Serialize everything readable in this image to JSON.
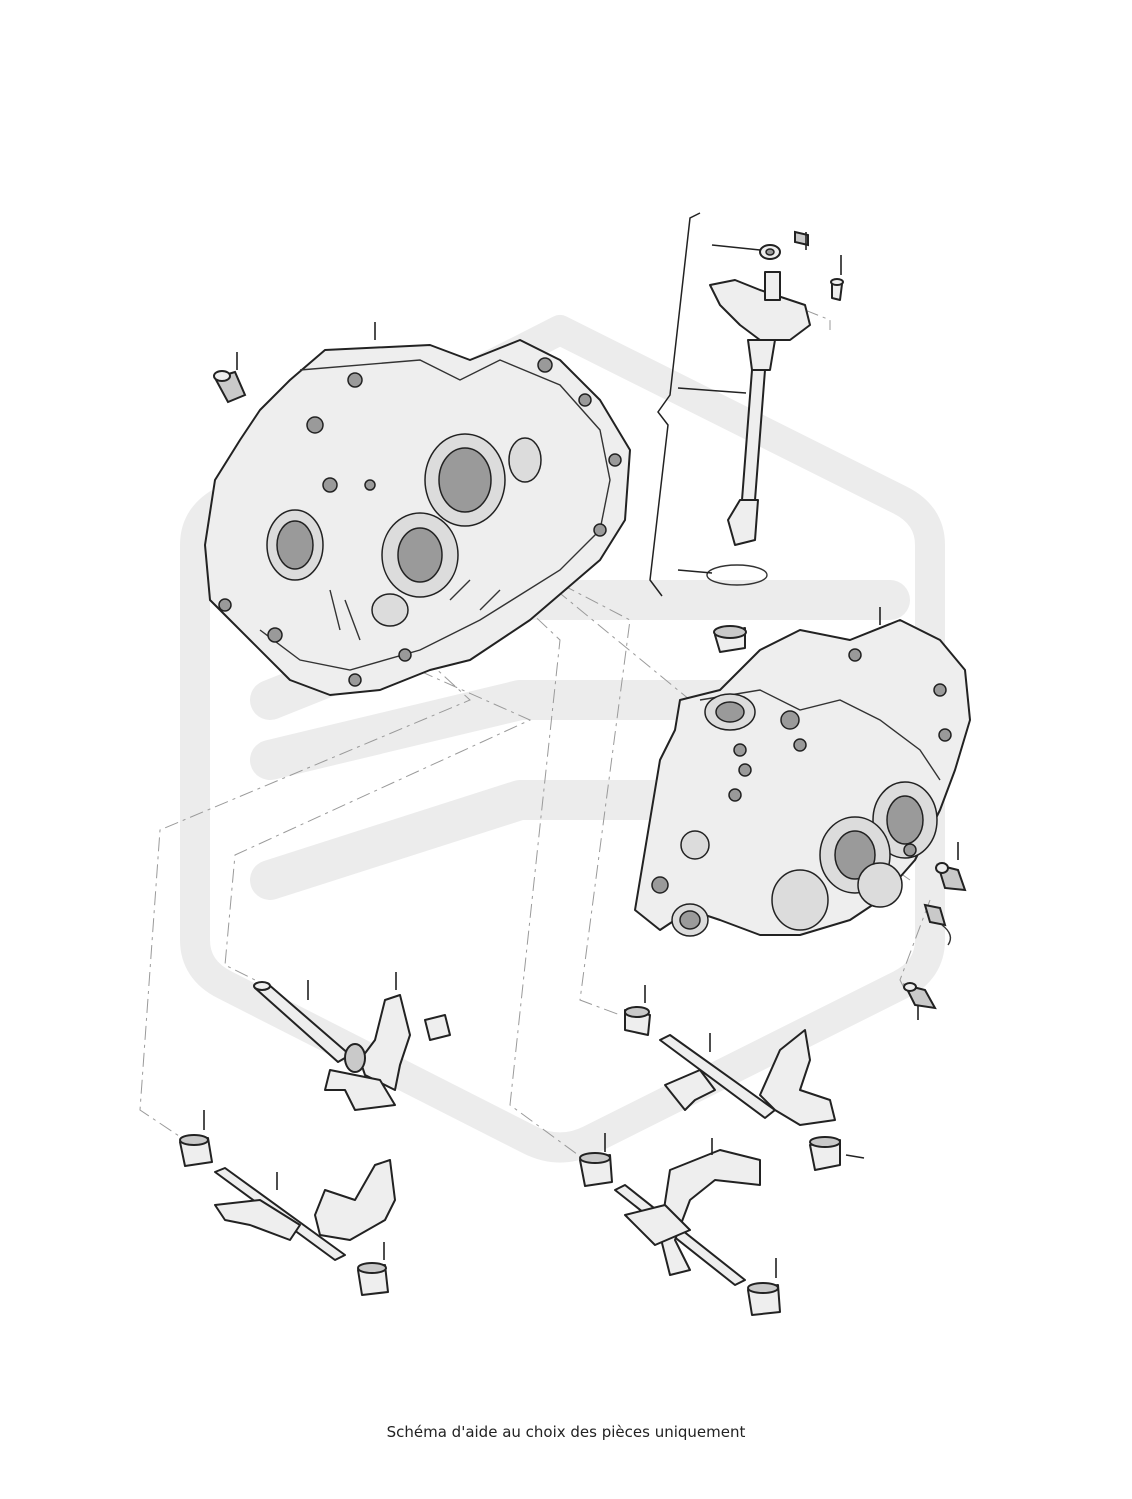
{
  "caption": "Schéma d'aide au choix des pièces uniquement",
  "colors": {
    "background": "#ffffff",
    "line": "#222222",
    "watermark": "#ececec",
    "shade": "#c9c9c9"
  },
  "parts": [
    "gearbox-housing-left",
    "gearbox-housing-right",
    "selector-shaft-assembly",
    "selector-fork-upper-left",
    "selector-fork-lower-left",
    "selector-fork-upper-right",
    "selector-fork-lower-right"
  ]
}
